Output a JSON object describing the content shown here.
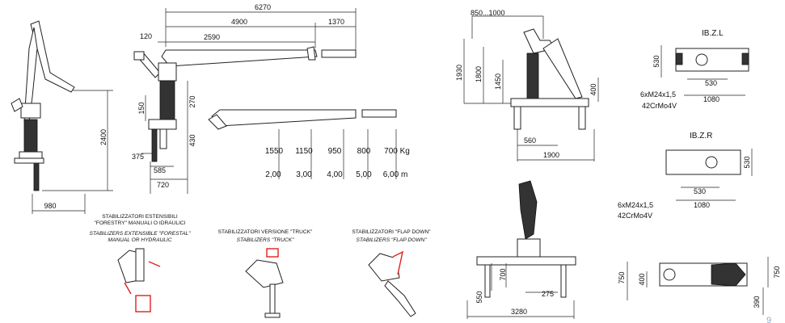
{
  "crane_side": {
    "total_length": "6270",
    "reach_main": "4900",
    "extension": "1370",
    "boom_offset": "120",
    "boom_length": "2590",
    "dim_150": "150",
    "dim_270": "270",
    "dim_430": "430",
    "dim_375": "375",
    "dim_585": "585",
    "dim_720": "720",
    "height_folded": "2400",
    "width_folded": "980"
  },
  "capacity": {
    "loads": [
      "1550",
      "1150",
      "950",
      "800",
      "700 Kg"
    ],
    "radii": [
      "2,00",
      "3,00",
      "4,00",
      "5,00",
      "6,00 m"
    ]
  },
  "front": {
    "width_top": "850...1000",
    "h_1930": "1930",
    "h_1800": "1800",
    "h_1450": "1450",
    "h_400": "400",
    "w_560": "560",
    "w_1900": "1900"
  },
  "ibzl": {
    "title": "IB.Z.L",
    "h_530": "530",
    "w_530": "530",
    "w_1080": "1080",
    "bolt": "6xM24x1,5",
    "material": "42CrMo4V"
  },
  "ibzr": {
    "title": "IB.Z.R",
    "h_530": "530",
    "w_530": "530",
    "w_1080": "1080",
    "bolt": "6xM24x1,5",
    "material": "42CrMo4V"
  },
  "stab_forestry": {
    "it_1": "STABILIZZATORI ESTENSIBILI",
    "it_2": "\"FORESTRY\" MANUALI O IDRAULICI",
    "en_1": "STABILIZERS EXTENSIBLE \"FORESTAL\"",
    "en_2": "MANUAL OR HYDRAULIC"
  },
  "stab_truck": {
    "it": "STABILIZZATORI VERSIONE \"TRUCK\"",
    "en": "STABILIZERS \"TRUCK\""
  },
  "stab_flap": {
    "it": "STABILIZZATORI \"FLAP DOWN\"",
    "en": "STABILIZERS \"FLAP DOWN\""
  },
  "rear": {
    "w_3280": "3280",
    "h_700": "700",
    "h_550": "550",
    "w_275": "275"
  },
  "top_view": {
    "h_750": "750",
    "h_400": "400",
    "h_750b": "750",
    "h_390": "390"
  },
  "page_number": "9",
  "colors": {
    "ink": "#222222",
    "accent": "#e02020",
    "accent_bg": "#ffffff"
  }
}
